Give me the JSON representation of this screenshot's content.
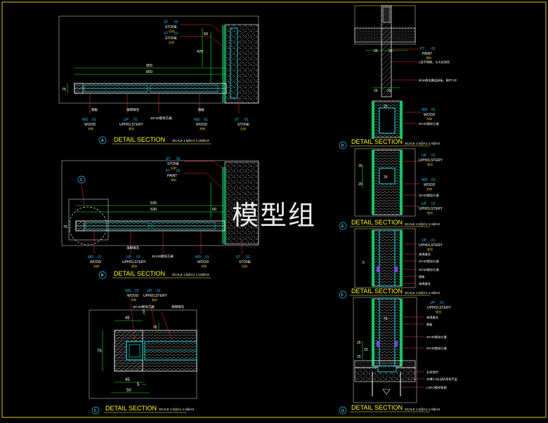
{
  "watermark": "模型组",
  "colors": {
    "background": "#000000",
    "frame": "#e0d000",
    "title": "#ffff00",
    "tag": "#00c8ff",
    "dim": "#00ff00",
    "line": "#ffffff",
    "steel": "#00ffff",
    "leader": "#ff3030",
    "hatch": "#c8c8c8"
  },
  "views": {
    "a": {
      "bubble": "A",
      "title": "DETAIL SECTION",
      "scale": "SCALE 1:5@A1 1:10@A3",
      "dims": [
        "855",
        "850",
        "75",
        "425",
        "50"
      ],
      "tags": [
        {
          "code": "ST",
          "num": "02",
          "name": "STONE",
          "sub": "石材"
        },
        {
          "code": "ST",
          "num": "01",
          "name": "STONE",
          "sub": "石材"
        },
        {
          "code": "WD",
          "num": "01",
          "name": "WOOD",
          "sub": "木饰"
        },
        {
          "code": "UP",
          "num": "01",
          "name": "UPHOLSTERY",
          "sub": "软包"
        },
        {
          "code": "WD",
          "num": "01",
          "name": "WOOD",
          "sub": "木饰"
        },
        {
          "code": "ST",
          "num": "01",
          "name": "STONE",
          "sub": "石材"
        }
      ],
      "notes": [
        "隔板",
        "海绵填充",
        "20×30镀锌方通",
        "隔板"
      ]
    },
    "b": {
      "bubble": "B",
      "title": "DETAIL SECTION",
      "scale": "SCALE 1:5@A1 1:10@A3",
      "dims": [
        "530",
        "530",
        "75",
        "60"
      ],
      "tags": [
        {
          "code": "ST",
          "num": "02",
          "name": "STONE",
          "sub": "石材"
        },
        {
          "code": "PT",
          "num": "02",
          "name": "PAINT",
          "sub": "涂料"
        },
        {
          "code": "WD",
          "num": "01",
          "name": "WOOD",
          "sub": "木饰"
        },
        {
          "code": "UP",
          "num": "01",
          "name": "UPHOLSTERY",
          "sub": "软包"
        },
        {
          "code": "WD",
          "num": "01",
          "name": "WOOD",
          "sub": "木饰"
        },
        {
          "code": "ST",
          "num": "01",
          "name": "STONE",
          "sub": "石材"
        }
      ],
      "notes": [
        "海绵填充",
        "20×30镀锌方通"
      ],
      "callout": "C"
    },
    "c": {
      "bubble": "C",
      "title": "DETAIL SECTION",
      "scale": "SCALE 1:2@A1 1:4@A3",
      "dims": [
        "45",
        "5",
        "45",
        "5",
        "50",
        "75",
        "25"
      ],
      "tags": [
        {
          "code": "WD",
          "num": "01",
          "name": "WOOD",
          "sub": "木饰"
        },
        {
          "code": "UP",
          "num": "01",
          "name": "UPHOLSTERY",
          "sub": "软包"
        }
      ],
      "notes": [
        "20×30镀锌方通",
        "海绵填充"
      ]
    },
    "d": {
      "bubble": "D",
      "title": "DETAIL SECTION",
      "scale": "SCALE 1:2@A1 1:4@A3",
      "dims": [
        "25",
        "25",
        "25",
        "25",
        "25"
      ],
      "tags": [
        {
          "code": "PT",
          "num": "02",
          "name": "PAINT",
          "sub": "涂料"
        },
        {
          "code": "WD",
          "num": "01",
          "name": "WOOD",
          "sub": "木饰"
        }
      ],
      "notes": [
        "L型不锈钢，与天花同色",
        "8mm厚金属连接板，刷PT-02",
        "20×40镀锌方通"
      ]
    },
    "e": {
      "bubble": "E",
      "title": "DETAIL SECTION",
      "scale": "SCALE 1:2@A1 1:4@A3",
      "dims": [
        "20",
        "25",
        "20"
      ],
      "tags": [
        {
          "code": "UP",
          "num": "01",
          "name": "UPHOLSTERY",
          "sub": "软包"
        },
        {
          "code": "WD",
          "num": "01",
          "name": "WOOD",
          "sub": "木饰"
        },
        {
          "code": "UP",
          "num": "01",
          "name": "UPHOLSTERY",
          "sub": "软包"
        }
      ],
      "notes": [
        "20×30镀锌方通"
      ]
    },
    "f": {
      "bubble": "F",
      "title": "DETAIL SECTION",
      "scale": "SCALE 1:2@A1 1:4@A3",
      "dims": [
        "5"
      ],
      "tags": [
        {
          "code": "UP",
          "num": "01",
          "name": "UPHOLSTERY",
          "sub": "软包"
        }
      ],
      "notes": [
        "海绵填充",
        "20×30镀锌方通",
        "20×30镀锌方通",
        "隔板",
        "海绵填充"
      ]
    },
    "g": {
      "bubble": "G",
      "title": "DETAIL SECTION",
      "scale": "SCALE 1:2@A1 1:4@A3",
      "dims": [
        "75",
        "25",
        "25",
        "25"
      ],
      "tags": [
        {
          "code": "UP",
          "num": "01",
          "name": "UPHOLSTERY",
          "sub": "软包"
        }
      ],
      "notes": [
        "海绵填充",
        "隔板",
        "20×30镀锌方通",
        "20×30镀锌方通",
        "石材地坪",
        "30厚1:3水泥砂浆找平层",
        "L30×3镀锌角钢"
      ]
    }
  }
}
